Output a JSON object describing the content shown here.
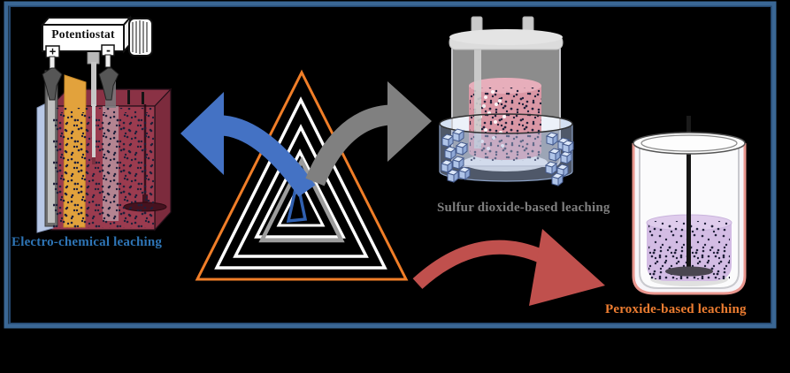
{
  "page": {
    "background_color": "#000000",
    "frame_color": "#3A6795"
  },
  "potentiostat": {
    "label": "Potentiostat",
    "plus_terminal": "+",
    "minus_terminal": "-"
  },
  "methods": [
    {
      "name": "electro-chemical",
      "label": "Electro-chemical leaching",
      "label_color": "#2E75B6",
      "arrow_color": "#4472C4",
      "apparatus": "electrochemical cell with potentiostat, electrodes and stirred dark-red electrolyte"
    },
    {
      "name": "sulfur-dioxide",
      "label": "Sulfur dioxide-based leaching",
      "label_color": "#7F7F7F",
      "arrow_color": "#808080",
      "apparatus": "sealed glass reactor with gas ports, pink slurry and ice-water bath"
    },
    {
      "name": "peroxide",
      "label": "Peroxide-based leaching",
      "label_color": "#ED7D31",
      "arrow_color": "#C0504D",
      "apparatus": "jacketed glass beaker with purple slurry and overhead stirrer"
    }
  ],
  "triangle": {
    "outer_ring_color": "#F07E28",
    "white_ring_color": "#FFFFFF",
    "metal_ring_color": "#9C9C9C",
    "core_triangle_color": "#3060B0"
  }
}
